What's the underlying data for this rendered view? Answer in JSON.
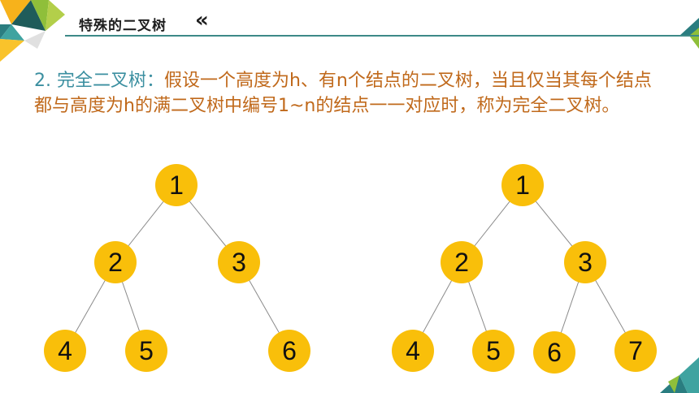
{
  "header": {
    "title": "特殊的二叉树",
    "chevron": "«"
  },
  "definition": {
    "number": "2. 完全二叉树：",
    "text": "假设一个高度为h、有n个结点的二叉树，当且仅当其每个结点都与高度为h的满二叉树中编号1~n的结点一一对应时，称为完全二叉树。"
  },
  "colors": {
    "node_fill": "#f9bf0a",
    "accent": "#3d8a88",
    "text_orange": "#c0691b",
    "number_teal": "#3b8fa0"
  },
  "trees": [
    {
      "nodes": [
        {
          "id": "1",
          "label": "1"
        },
        {
          "id": "2",
          "label": "2"
        },
        {
          "id": "3",
          "label": "3"
        },
        {
          "id": "4",
          "label": "4"
        },
        {
          "id": "5",
          "label": "5"
        },
        {
          "id": "6",
          "label": "6"
        }
      ],
      "edges": [
        [
          "1",
          "2"
        ],
        [
          "1",
          "3"
        ],
        [
          "2",
          "4"
        ],
        [
          "2",
          "5"
        ],
        [
          "3",
          "6"
        ]
      ]
    },
    {
      "nodes": [
        {
          "id": "1",
          "label": "1"
        },
        {
          "id": "2",
          "label": "2"
        },
        {
          "id": "3",
          "label": "3"
        },
        {
          "id": "4",
          "label": "4"
        },
        {
          "id": "5",
          "label": "5"
        },
        {
          "id": "6",
          "label": "6"
        },
        {
          "id": "7",
          "label": "7"
        }
      ],
      "edges": [
        [
          "1",
          "2"
        ],
        [
          "1",
          "3"
        ],
        [
          "2",
          "4"
        ],
        [
          "2",
          "5"
        ],
        [
          "3",
          "6"
        ],
        [
          "3",
          "7"
        ]
      ]
    }
  ]
}
